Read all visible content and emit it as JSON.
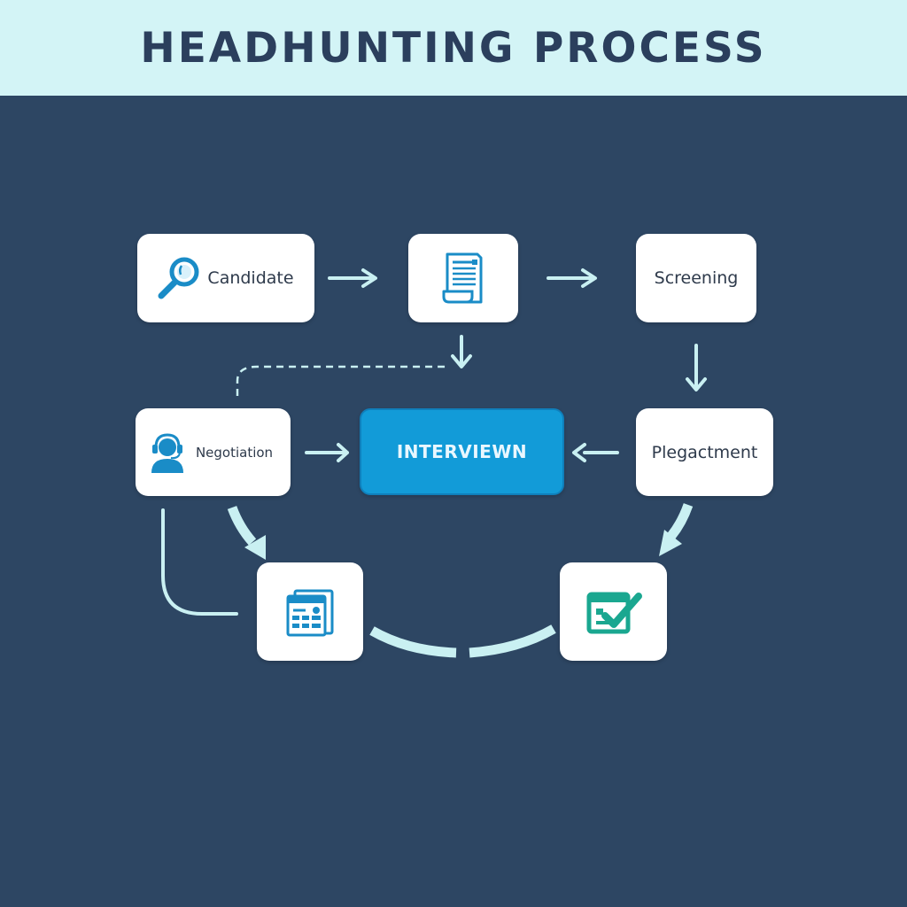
{
  "header": {
    "title": "HEADHUNTING PROCESS"
  },
  "nodes": {
    "candidate": {
      "label": "Candidate",
      "icon": "magnifier-icon"
    },
    "resume": {
      "icon": "document-icon"
    },
    "screening": {
      "label": "Screening"
    },
    "negotiation": {
      "label": "Negotiation",
      "icon": "headset-person-icon"
    },
    "interview": {
      "label": "INTERVIEWN"
    },
    "placement": {
      "label": "Plegactment"
    },
    "offer": {
      "icon": "spreadsheet-icon"
    },
    "hired": {
      "icon": "checkbox-check-icon"
    }
  },
  "colors": {
    "background": "#2d4663",
    "header_bg": "#d3f4f6",
    "title_text": "#2b3f5d",
    "card_bg": "#ffffff",
    "accent_blue": "#129bd8",
    "accent_green": "#1aa790",
    "connector": "#c9f0f2"
  }
}
